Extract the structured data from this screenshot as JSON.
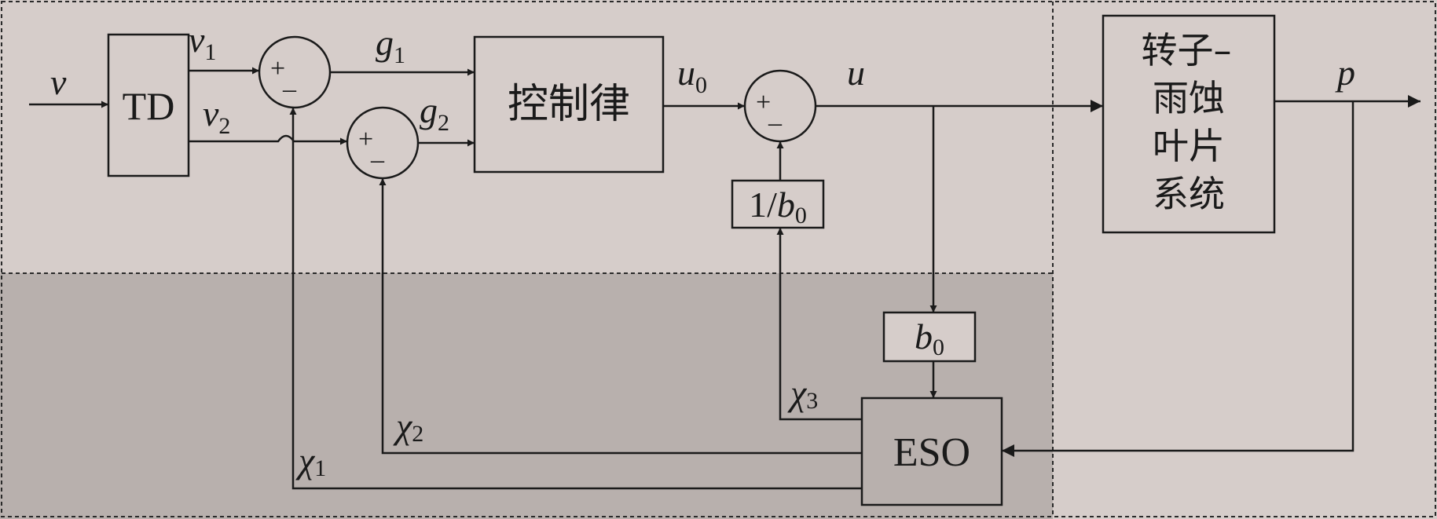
{
  "blocks": {
    "td": "TD",
    "controller": "控制律",
    "plant_lines": [
      "转子–",
      "雨蚀",
      "叶片",
      "系统"
    ],
    "inv_gain": {
      "main": "1/",
      "var": "b",
      "sub": "0"
    },
    "gain": {
      "var": "b",
      "sub": "0"
    },
    "eso": "ESO"
  },
  "summing_junction": {
    "plus": "+",
    "minus": "–"
  },
  "signals": {
    "input": "v",
    "v1": {
      "var": "v",
      "sub": "1"
    },
    "v2": {
      "var": "v",
      "sub": "2"
    },
    "g1": {
      "var": "g",
      "sub": "1"
    },
    "g2": {
      "var": "g",
      "sub": "2"
    },
    "u0": {
      "var": "u",
      "sub": "0"
    },
    "u": "u",
    "p": "p",
    "chi1": {
      "var": "χ",
      "sub": "1"
    },
    "chi2": {
      "var": "χ",
      "sub": "2"
    },
    "chi3": {
      "var": "χ",
      "sub": "3"
    }
  },
  "colors": {
    "upper_region": "#d6cdca",
    "lower_region": "#b8b0ad",
    "right_region": "#d6cdca",
    "block_fill": "#d6cdca",
    "eso_fill": "#b8b0ad",
    "line": "#1a1a1a",
    "dashed_border": "#2a2a2a"
  }
}
